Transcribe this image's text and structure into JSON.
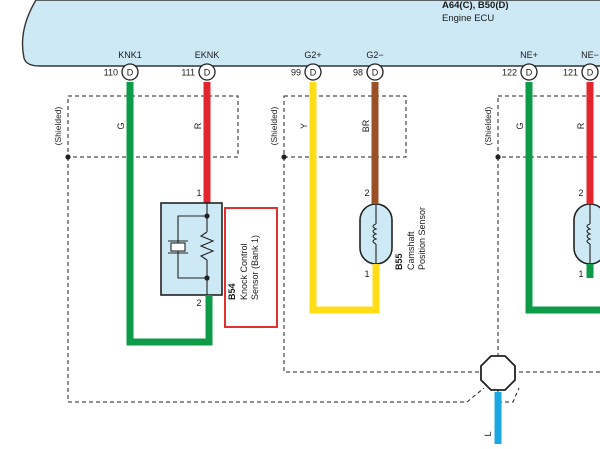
{
  "ecu": {
    "codes": "A64(C), B50(D)",
    "name": "Engine ECU",
    "fill": "#cde9f5",
    "pins": [
      {
        "label": "KNK1",
        "num": "110",
        "conn": "D"
      },
      {
        "label": "EKNK",
        "num": "111",
        "conn": "D"
      },
      {
        "label": "G2+",
        "num": "99",
        "conn": "D"
      },
      {
        "label": "G2−",
        "num": "98",
        "conn": "D"
      },
      {
        "label": "NE+",
        "num": "122",
        "conn": "D"
      },
      {
        "label": "NE−",
        "num": "121",
        "conn": "D"
      }
    ]
  },
  "wires": {
    "knk1": {
      "color_code": "G",
      "hex": "#0e9b47"
    },
    "eknk": {
      "color_code": "R",
      "hex": "#e3262e"
    },
    "g2p": {
      "color_code": "Y",
      "hex": "#ffde17"
    },
    "g2m": {
      "color_code": "BR",
      "hex": "#9b5128"
    },
    "nep": {
      "color_code": "G",
      "hex": "#0e9b47"
    },
    "nem": {
      "color_code": "R",
      "hex": "#e3262e"
    },
    "ground": {
      "color_code": "L",
      "hex": "#1ba8e0"
    }
  },
  "shield_label": "(Shielded)",
  "components": {
    "knock": {
      "code": "B54",
      "name_line1": "Knock Control",
      "name_line2": "Sensor (Bank 1)",
      "term1": "1",
      "term2": "2",
      "highlight": "#e03030",
      "fill": "#cde9f5"
    },
    "cam": {
      "code": "B55",
      "name_line1": "Camshaft",
      "name_line2": "Position Sensor",
      "term1": "2",
      "term2": "1",
      "fill": "#cde9f5"
    },
    "crank": {
      "term1": "2",
      "term2": "1",
      "fill": "#cde9f5"
    }
  }
}
